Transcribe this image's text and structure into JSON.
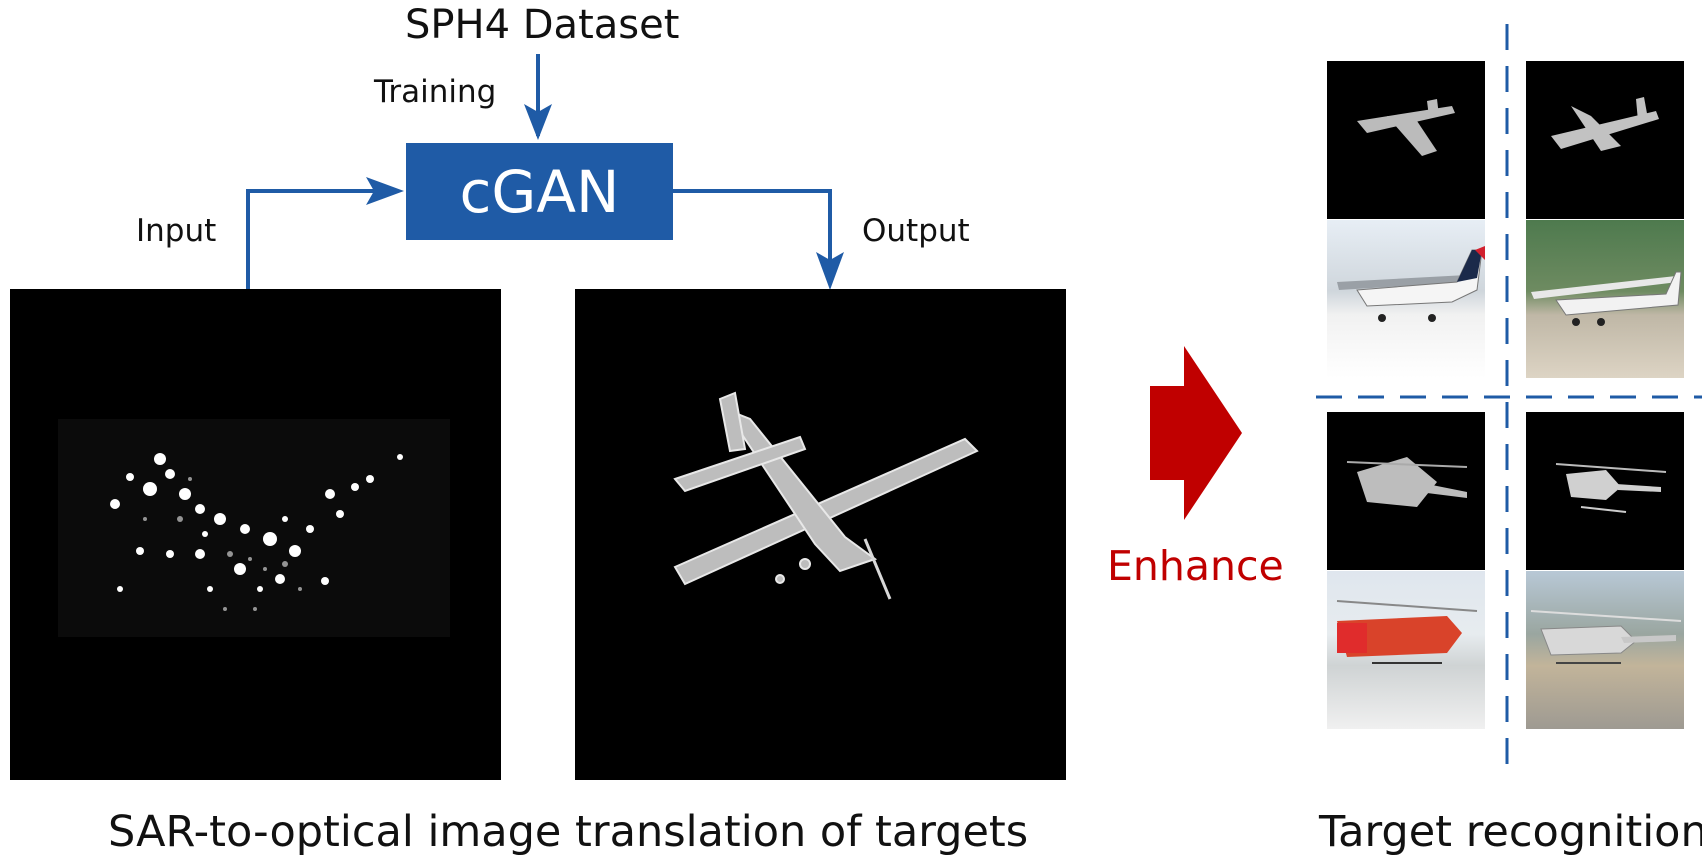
{
  "dataset_label": "SPH4 Dataset",
  "training_label": "Training",
  "model_label": "cGAN",
  "input_label": "Input",
  "output_label": "Output",
  "enhance_label": "Enhance",
  "left_caption": "SAR-to-optical image translation of targets",
  "right_caption": "Target recognition",
  "colors": {
    "arrow": "#1f5ba6",
    "model_box": "#1f5ba6",
    "enhance": "#c00000",
    "divider": "#1f5ba6"
  },
  "panels": {
    "sar_input": "SAR image of aircraft target",
    "optical_output": "Translated optical image of aircraft"
  },
  "thumbnails": [
    {
      "kind": "airplane",
      "style": "grayscale"
    },
    {
      "kind": "airplane",
      "style": "grayscale"
    },
    {
      "kind": "airplane",
      "style": "photo"
    },
    {
      "kind": "airplane",
      "style": "photo"
    },
    {
      "kind": "helicopter",
      "style": "grayscale"
    },
    {
      "kind": "helicopter",
      "style": "grayscale"
    },
    {
      "kind": "helicopter",
      "style": "photo"
    },
    {
      "kind": "helicopter",
      "style": "photo"
    }
  ]
}
